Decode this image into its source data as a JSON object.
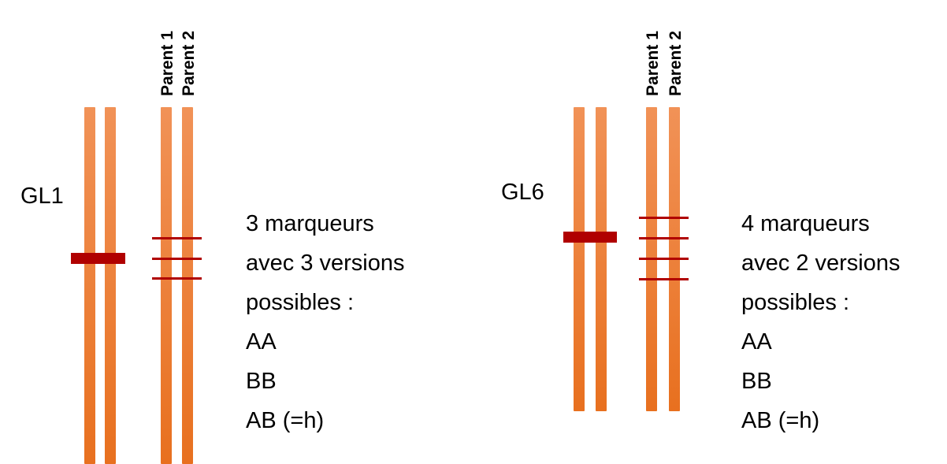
{
  "colors": {
    "chromosome_top": "#f19257",
    "chromosome_bottom": "#e8701f",
    "marker": "#b00000"
  },
  "panels": [
    {
      "id": "gl1",
      "group_label": "GL1",
      "parent1_label": "Parent 1",
      "parent2_label": "Parent 2",
      "marker_count": 3,
      "description": {
        "line1": "3 marqueurs",
        "line2": "avec 3 versions",
        "line3": "possibles :",
        "line4": "AA",
        "line5": "BB",
        "line6": "AB (=h)"
      }
    },
    {
      "id": "gl6",
      "group_label": "GL6",
      "parent1_label": "Parent 1",
      "parent2_label": "Parent 2",
      "marker_count": 4,
      "description": {
        "line1": "4 marqueurs",
        "line2": "avec 2 versions",
        "line3": "possibles :",
        "line4": "AA",
        "line5": "BB",
        "line6": "AB (=h)"
      }
    }
  ]
}
